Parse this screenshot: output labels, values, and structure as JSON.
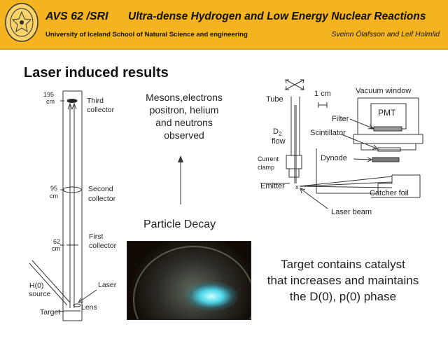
{
  "header": {
    "code": "AVS 62 /SRI",
    "title": "Ultra-dense Hydrogen and Low Energy Nuclear Reactions",
    "university": "University of Iceland School of Natural Science and engineering",
    "authors": "Sveinn Ólafsson and Leif Holmlid"
  },
  "slide": {
    "title": "Laser induced results"
  },
  "left_figure": {
    "tick_195": "195",
    "tick_95": "95",
    "tick_62": "62",
    "unit": "cm",
    "third_collector_1": "Third",
    "third_collector_2": "collector",
    "second_collector_1": "Second",
    "second_collector_2": "collector",
    "first_collector_1": "First",
    "first_collector_2": "collector",
    "h0_source_1": "H(0)",
    "h0_source_2": "source",
    "laser": "Laser",
    "lens": "Lens",
    "target": "Target"
  },
  "middle": {
    "observed_lines": [
      "Mesons,electrons",
      "positron, helium",
      "and neutrons",
      "observed"
    ],
    "particle_decay": "Particle Decay"
  },
  "right_figure": {
    "tube": "Tube",
    "scale": "1 cm",
    "vacuum_window": "Vacuum window",
    "pmt": "PMT",
    "filter": "Filter",
    "scintillator": "Scintillator",
    "d2_flow_1": "D",
    "d2_flow_sub": "2",
    "d2_flow_2": "flow",
    "current_clamp_1": "Current",
    "current_clamp_2": "clamp",
    "dynode": "Dynode",
    "emitter": "Emitter",
    "emitter_mark": "x",
    "catcher_foil": "Catcher foil",
    "laser_beam": "Laser beam"
  },
  "bottom": {
    "lines": [
      "Target contains catalyst",
      "that increases and maintains",
      "the D(0), p(0) phase"
    ]
  },
  "colors": {
    "header_bg": "#f4b41f",
    "text": "#222222"
  }
}
